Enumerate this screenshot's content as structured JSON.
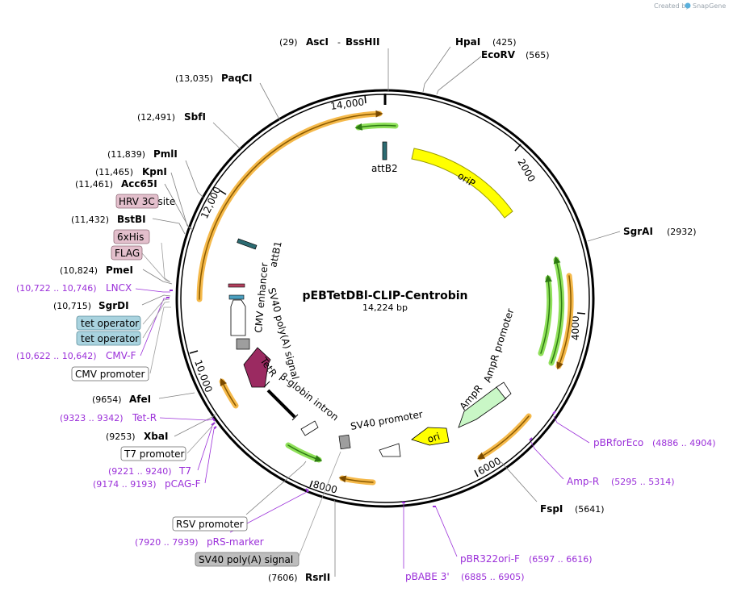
{
  "branding": {
    "created_by": "Created by",
    "app_name": "SnapGene"
  },
  "plasmid": {
    "name": "pEBTetDBl-CLIP-Centrobin",
    "length": "14,224 bp"
  },
  "ticks": [
    "2000",
    "4000",
    "6000",
    "8000",
    "10,000",
    "12,000",
    "14,000"
  ],
  "sites": {
    "ascI": {
      "pos": "(29)",
      "name": "AscI",
      "sep": "-",
      "name2": "BssHII"
    },
    "hpaI": {
      "name": "HpaI",
      "pos": "(425)"
    },
    "ecoRV": {
      "name": "EcoRV",
      "pos": "(565)"
    },
    "paqCI": {
      "pos": "(13,035)",
      "name": "PaqCI"
    },
    "sbfI": {
      "pos": "(12,491)",
      "name": "SbfI"
    },
    "pmlI": {
      "pos": "(11,839)",
      "name": "PmlI"
    },
    "kpnI": {
      "pos": "(11,465)",
      "name": "KpnI"
    },
    "acc65I": {
      "pos": "(11,461)",
      "name": "Acc65I"
    },
    "bstBI": {
      "pos": "(11,432)",
      "name": "BstBI"
    },
    "pmeI": {
      "pos": "(10,824)",
      "name": "PmeI"
    },
    "sgrDI": {
      "pos": "(10,715)",
      "name": "SgrDI"
    },
    "afeI": {
      "pos": "(9654)",
      "name": "AfeI"
    },
    "xbaI": {
      "pos": "(9253)",
      "name": "XbaI"
    },
    "sgrAI": {
      "name": "SgrAI",
      "pos": "(2932)"
    },
    "fspI": {
      "name": "FspI",
      "pos": "(5641)"
    },
    "rsrII": {
      "pos": "(7606)",
      "name": "RsrII"
    }
  },
  "primers": {
    "lncx": {
      "pos": "(10,722 .. 10,746)",
      "name": "LNCX"
    },
    "cmvF": {
      "pos": "(10,622 .. 10,642)",
      "name": "CMV-F"
    },
    "tetR": {
      "pos": "(9323 .. 9342)",
      "name": "Tet-R"
    },
    "t7": {
      "pos": "(9221 .. 9240)",
      "name": "T7"
    },
    "pCAGF": {
      "pos": "(9174 .. 9193)",
      "name": "pCAG-F"
    },
    "pRSmarker": {
      "pos": "(7920 .. 7939)",
      "name": "pRS-marker"
    },
    "pBRforEco": {
      "name": "pBRforEco",
      "pos": "(4886 .. 4904)"
    },
    "ampR": {
      "name": "Amp-R",
      "pos": "(5295 .. 5314)"
    },
    "pBR322oriF": {
      "name": "pBR322ori-F",
      "pos": "(6597 .. 6616)"
    },
    "pBABE3": {
      "name": "pBABE 3'",
      "pos": "(6885 .. 6905)"
    }
  },
  "boxed": {
    "hrv3c": "HRV 3C site",
    "his6": "6xHis",
    "flag": "FLAG",
    "tetop1": "tet operator",
    "tetop2": "tet operator",
    "cmvPromoter": "CMV promoter",
    "t7Promoter": "T7 promoter",
    "rsvPromoter": "RSV promoter",
    "sv40polyA": "SV40 poly(A) signal"
  },
  "features": {
    "attB2": "attB2",
    "oriP": "oriP",
    "attB1": "attB1",
    "cmvEnhancer": "CMV enhancer",
    "sv40polyA": "SV40 poly(A) signal",
    "tetR": "TetR",
    "bglobin": "β-globin intron",
    "sv40promoter": "SV40 promoter",
    "ori": "ori",
    "ampR": "AmpR",
    "ampRpromoter": "AmpR promoter"
  },
  "colors": {
    "backbone": "#000000",
    "orf_orange": "#f5b94a",
    "orf_green": "#8fe05a",
    "oriP_yellow": "#ffff00",
    "tetR_purple": "#9b2a61",
    "ampR_green": "#c9f7c6",
    "primer_purple": "#9b30d9",
    "tag_pink": "#e3bfcc",
    "tet_blue": "#a9d3df",
    "polyA_gray": "#bdbdbd"
  }
}
